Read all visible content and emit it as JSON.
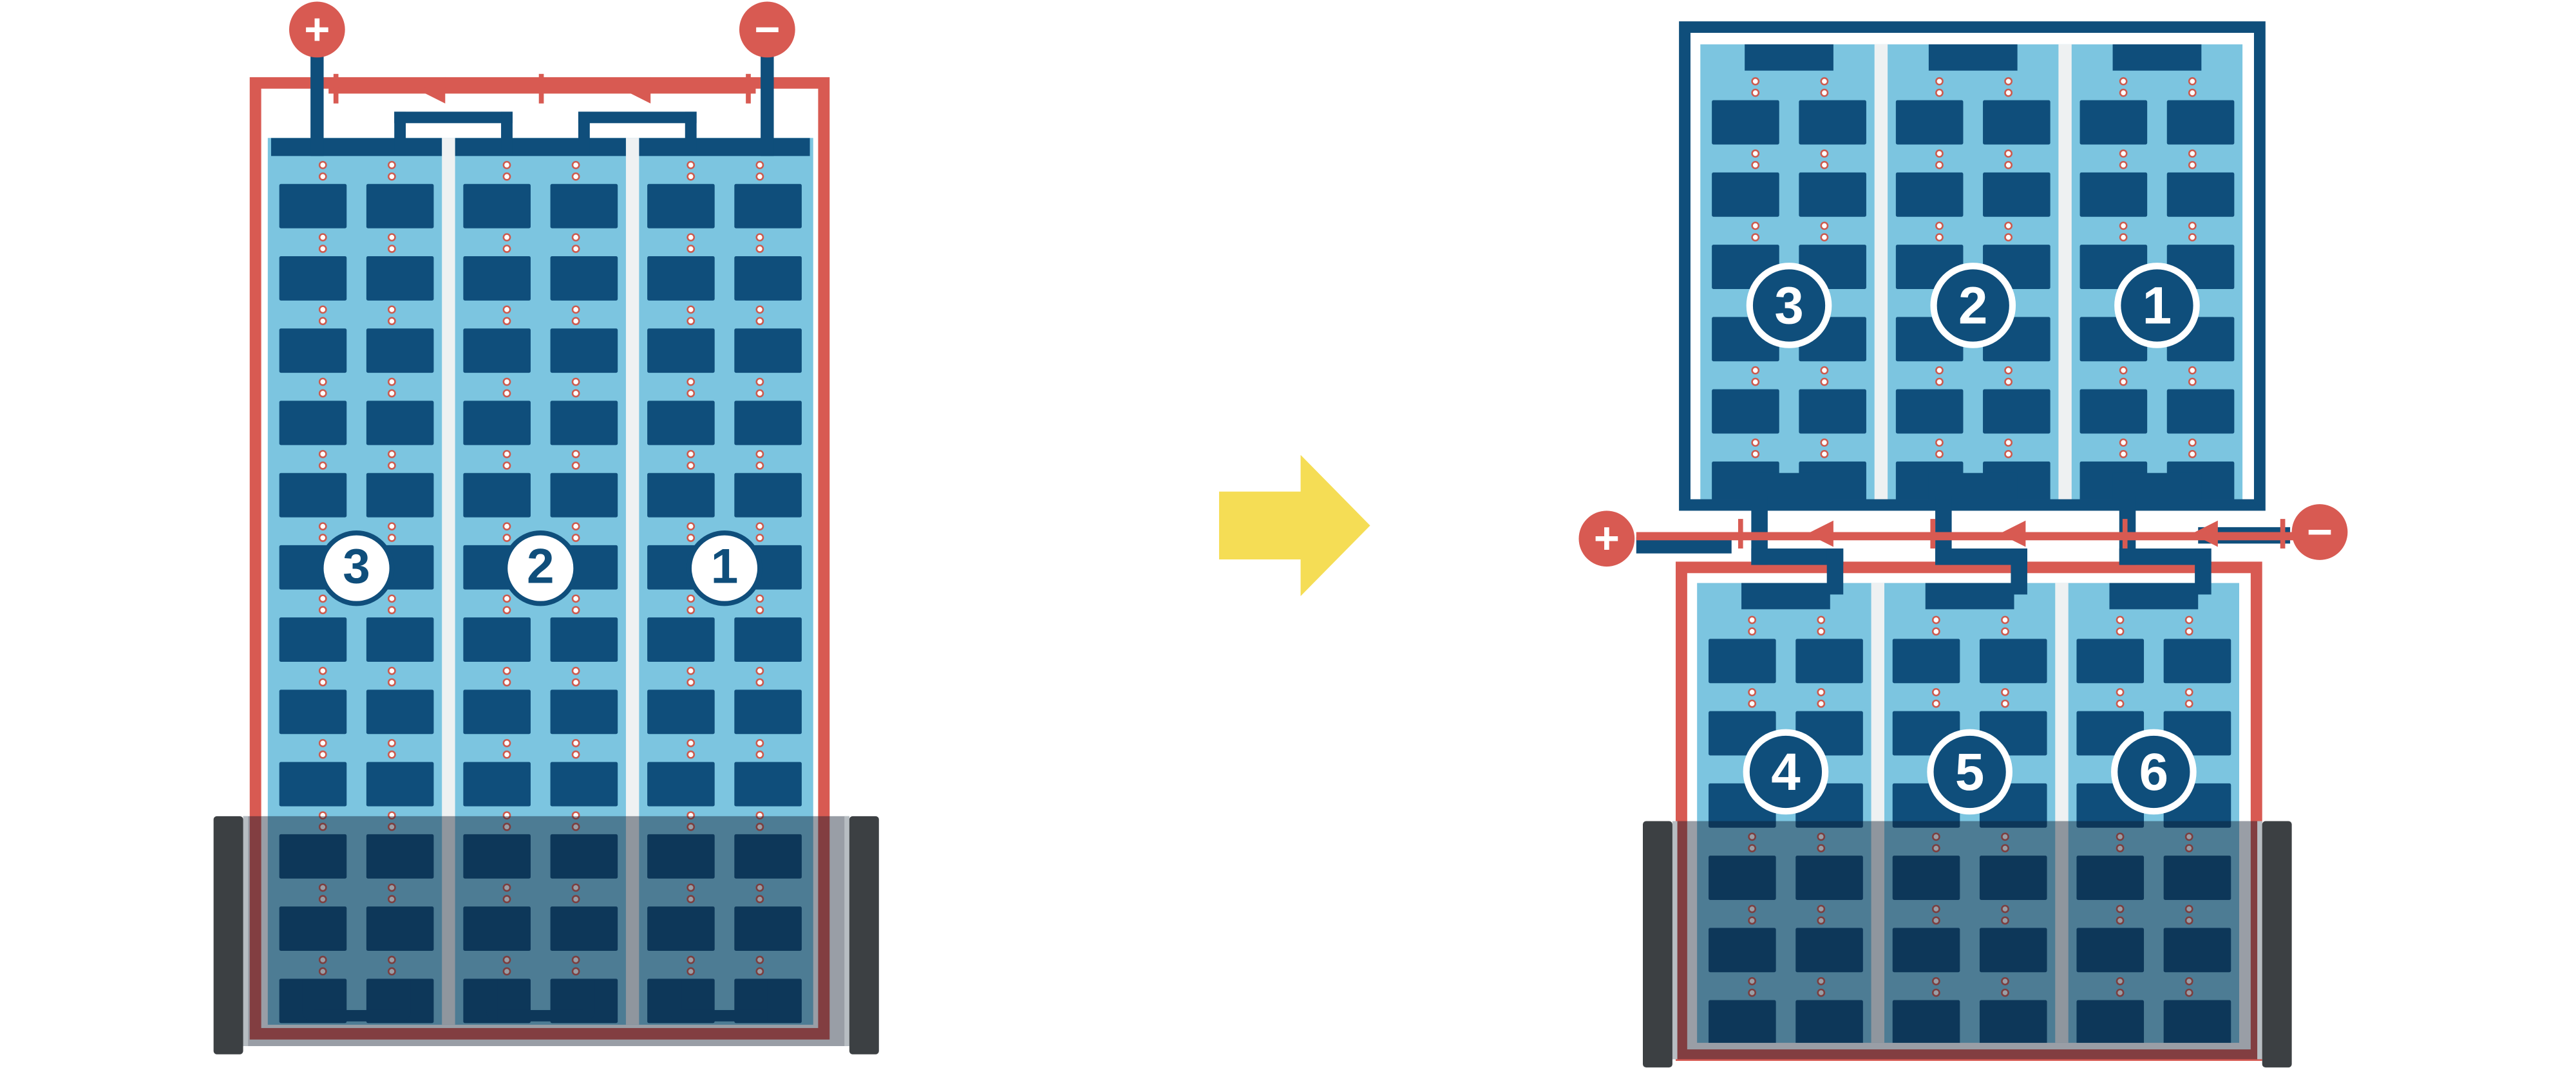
{
  "colors": {
    "red": "#d85a52",
    "navy": "#0f4e7b",
    "sky": "#7cc5e0",
    "yellow": "#f5dd55",
    "gray": "#3c4043",
    "dot": "#cd5a4e",
    "divider": "#eef1f2"
  },
  "icons": {
    "transform_arrow": "block-right-arrow",
    "positive_terminal": "plus-in-circle",
    "negative_terminal": "minus-in-circle"
  },
  "left_battery": {
    "plus_label": "+",
    "minus_label": "−",
    "cells": [
      {
        "number": "3"
      },
      {
        "number": "2"
      },
      {
        "number": "1"
      }
    ]
  },
  "right_battery": {
    "plus_label": "+",
    "minus_label": "−",
    "top_unit": {
      "cells": [
        {
          "number": "3"
        },
        {
          "number": "2"
        },
        {
          "number": "1"
        }
      ]
    },
    "bottom_unit": {
      "cells": [
        {
          "number": "4"
        },
        {
          "number": "5"
        },
        {
          "number": "6"
        }
      ]
    }
  }
}
